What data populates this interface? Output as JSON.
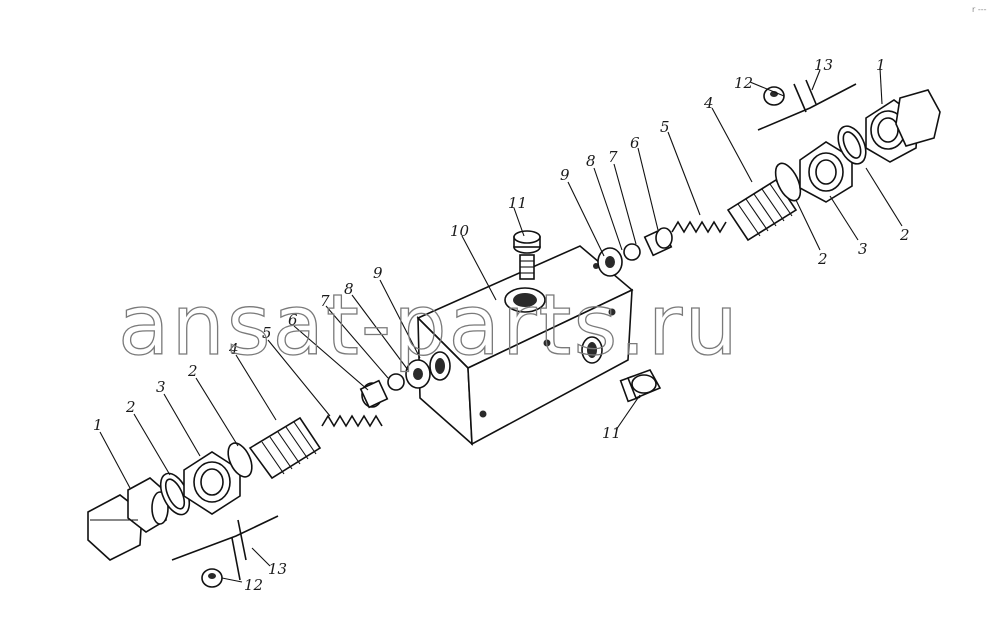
{
  "watermark": "ansat-parts.ru",
  "corner_mark": "r ---",
  "callouts": {
    "c1_left": "1",
    "c2_left_a": "2",
    "c3_left": "3",
    "c2_left_b": "2",
    "c4_left": "4",
    "c5_left": "5",
    "c6_left": "6",
    "c7_left": "7",
    "c8_left": "8",
    "c9_left": "9",
    "c10": "10",
    "c11_top": "11",
    "c11_bottom": "11",
    "c12_left": "12",
    "c13_left": "13",
    "c12_right": "12",
    "c13_right": "13",
    "c1_right": "1",
    "c2_right_a": "2",
    "c3_right": "3",
    "c2_right_b": "2",
    "c4_right": "4",
    "c5_right": "5",
    "c6_right": "6",
    "c7_right": "7",
    "c8_right": "8",
    "c9_right": "9"
  }
}
